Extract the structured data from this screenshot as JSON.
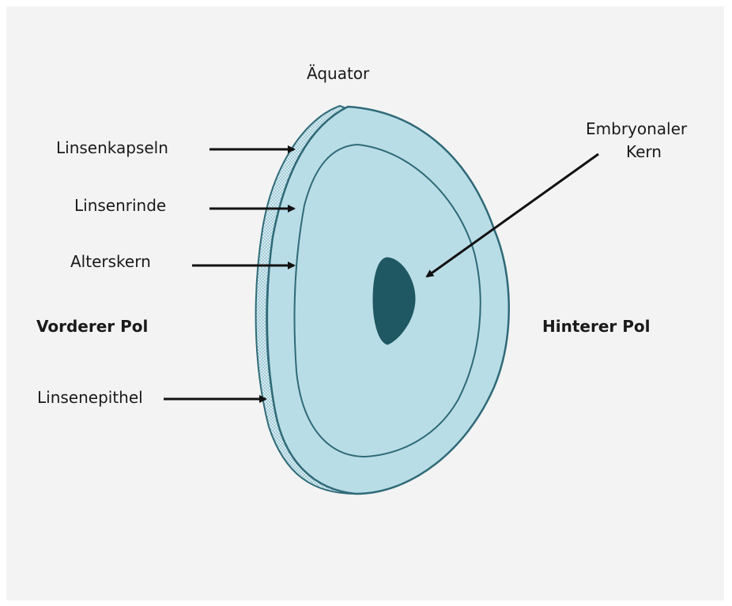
{
  "labels": {
    "equator": "Äquator",
    "capsule": "Linsenkapseln",
    "cortex": "Linsenrinde",
    "senile_nucleus": "Alterskern",
    "embryonal_nucleus_line1": "Embryonaler",
    "embryonal_nucleus_line2": "Kern",
    "anterior_pole": "Vorderer Pol",
    "posterior_pole": "Hinterer Pol",
    "epithelium": "Linsenepithel"
  },
  "colors": {
    "background": "#f3f3f3",
    "lens_fill": "#b9dde6",
    "lens_stroke": "#2f6a78",
    "capsule_fill": "#cde6ee",
    "nucleus_fill": "#1f5862",
    "arrow": "#111111"
  }
}
